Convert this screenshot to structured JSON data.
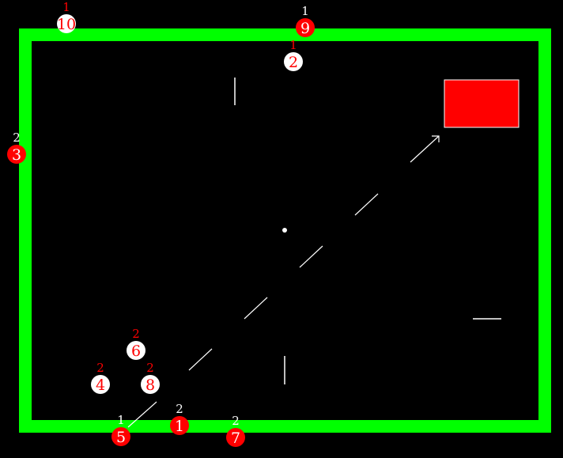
{
  "colors": {
    "background": "#000000",
    "wall": "#00ff00",
    "goal": "#ff0000",
    "red_ball_fill": "#ff0000",
    "white_ball_fill": "#ffffff",
    "aim_line": "#ffffff"
  },
  "balls": [
    {
      "number": "10",
      "tag": "1",
      "kind": "white"
    },
    {
      "number": "9",
      "tag": "1",
      "kind": "red"
    },
    {
      "number": "2",
      "tag": "1",
      "kind": "white"
    },
    {
      "number": "3",
      "tag": "2",
      "kind": "red"
    },
    {
      "number": "6",
      "tag": "2",
      "kind": "white"
    },
    {
      "number": "4",
      "tag": "2",
      "kind": "white"
    },
    {
      "number": "8",
      "tag": "2",
      "kind": "white"
    },
    {
      "number": "5",
      "tag": "1",
      "kind": "red"
    },
    {
      "number": "1",
      "tag": "2",
      "kind": "red"
    },
    {
      "number": "7",
      "tag": "2",
      "kind": "red"
    }
  ]
}
